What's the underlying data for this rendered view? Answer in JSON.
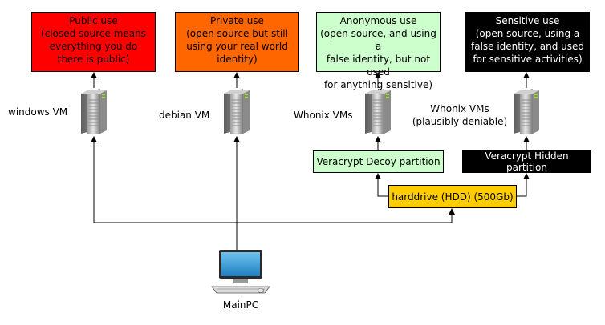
{
  "colors": {
    "public": "#ff0000",
    "private": "#ff6600",
    "anonymous": "#ccffcc",
    "sensitive": "#000000",
    "decoy": "#ccffcc",
    "hidden": "#000000",
    "harddrive": "#ffcc00",
    "arrow": "#000000"
  },
  "use_boxes": {
    "public": {
      "title": "Public use",
      "desc": "(closed source means\neverything you do\nthere is public)"
    },
    "private": {
      "title": "Private use",
      "desc": "(open source but still\nusing your real world\nidentity)"
    },
    "anonymous": {
      "title": "Anonymous use",
      "desc": "(open source, and using a\nfalse identity, but not used\nfor anything sensitive)"
    },
    "sensitive": {
      "title": "Sensitive use",
      "desc": "(open source, using a\nfalse identity, and used\nfor sensitive activities)"
    }
  },
  "vm_labels": {
    "windows": "windows VM",
    "debian": "debian VM",
    "whonix": "Whonix VMs",
    "whonix_deniable": "Whonix VMs\n(plausibly deniable)"
  },
  "partitions": {
    "decoy": "Veracrypt Decoy partition",
    "hidden": "Veracrypt Hidden partition"
  },
  "harddrive": "harddrive (HDD) (500Gb)",
  "computer": "MainPC",
  "icons": [
    "server-icon",
    "desktop-computer-icon"
  ]
}
